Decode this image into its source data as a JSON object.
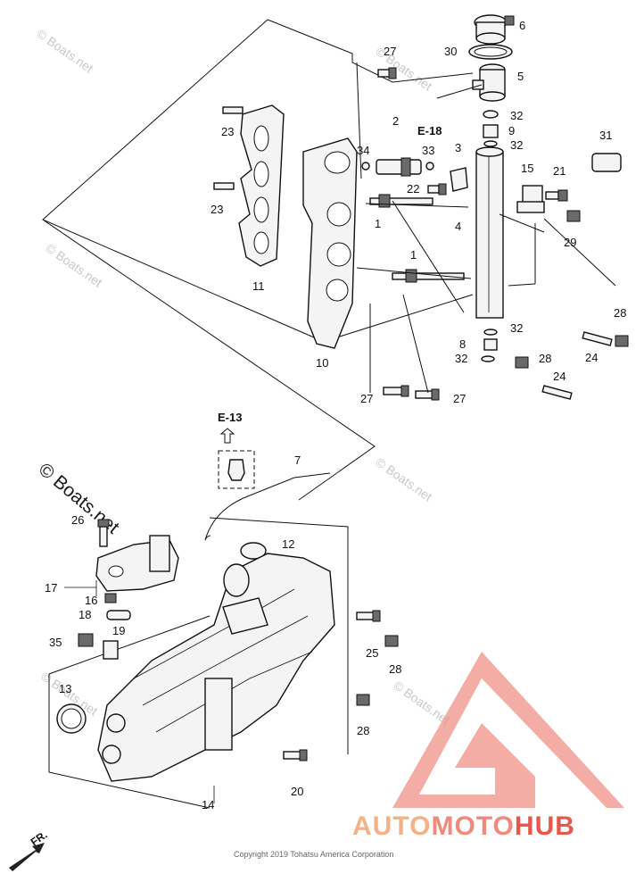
{
  "watermark": "© Boats.net",
  "copyright": "Copyright 2019 Tohatsu America Corporation",
  "ref_e18": "E-18",
  "ref_e13": "E-13",
  "front_label": "FR.",
  "logo": {
    "part1": "AUTO",
    "part2": "MOTO",
    "part3": "HUB",
    "color_auto": "#f4b183",
    "color_moto": "#f08a7d",
    "color_hub": "#e8574a",
    "mark_color": "#f08a7d"
  },
  "callouts": {
    "c6": "6",
    "c30": "30",
    "c27a": "27",
    "c5": "5",
    "c32a": "32",
    "c9": "9",
    "c32b": "32",
    "c2": "2",
    "e18": "E-18",
    "c34": "34",
    "c33": "33",
    "c31": "31",
    "c3": "3",
    "c15": "15",
    "c21": "21",
    "c22": "22",
    "c23a": "23",
    "c23b": "23",
    "c1a": "1",
    "c4": "4",
    "c29": "29",
    "c11": "11",
    "c1b": "1",
    "c28a": "28",
    "c32c": "32",
    "c8": "8",
    "c24a": "24",
    "c32d": "32",
    "c28b": "28",
    "c10": "10",
    "c24b": "24",
    "c27b": "27",
    "c27c": "27",
    "c7": "7",
    "c26": "26",
    "c12": "12",
    "c17": "17",
    "c16": "16",
    "c18": "18",
    "c19": "19",
    "c35": "35",
    "c25": "25",
    "c28c": "28",
    "c13": "13",
    "c28d": "28",
    "c20": "20",
    "c14": "14"
  }
}
